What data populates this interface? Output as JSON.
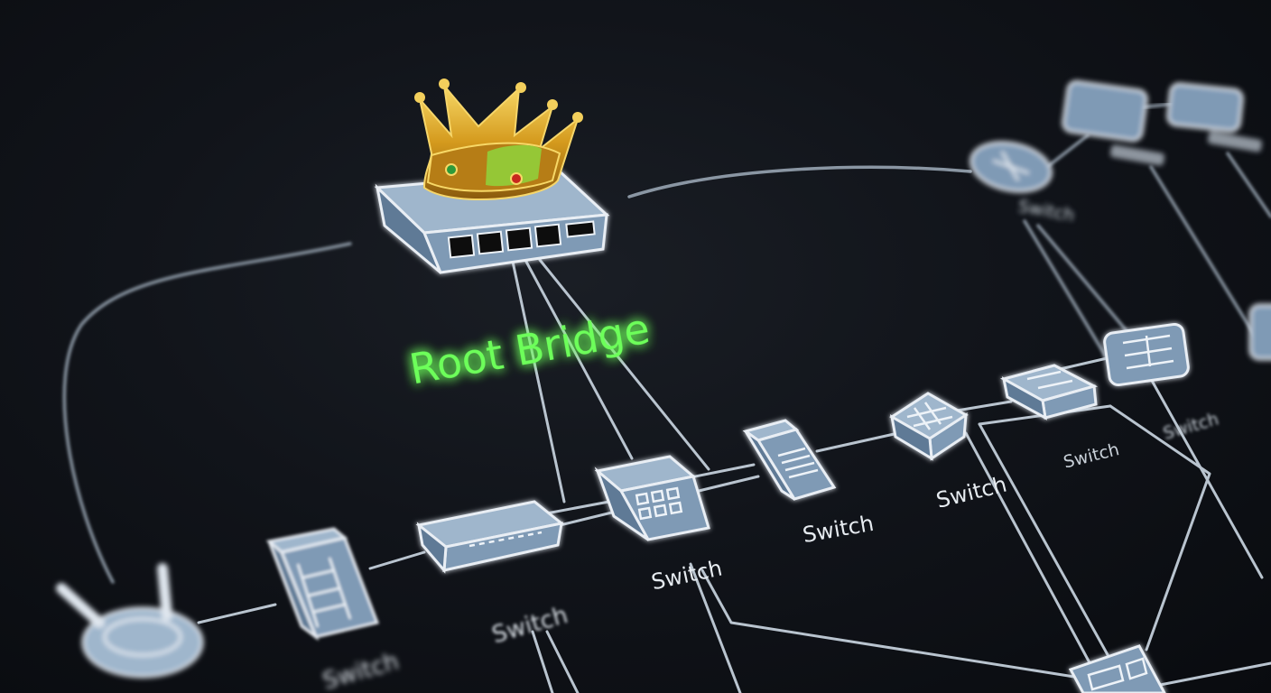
{
  "root_bridge": {
    "label": "Root Bridge"
  },
  "switch_labels": {
    "s_center": "Switch",
    "s_mid": "Switch",
    "s_right": "Switch",
    "s_far_right": "Switch",
    "s_edge_right": "Switch",
    "s_top_right": "Switch",
    "s_lower_left": "Switch",
    "s_bottom_left": "Switch"
  },
  "colors": {
    "background": "#0d1015",
    "device_fill": "#7f9ab5",
    "device_outline": "#e9eef4",
    "link": "#b9c4cf",
    "root_glow": "#6dff5a",
    "crown_gold": "#d9a520"
  },
  "icons": {
    "root": "network-switch-icon",
    "crown": "crown-icon",
    "router": "router-icon"
  }
}
